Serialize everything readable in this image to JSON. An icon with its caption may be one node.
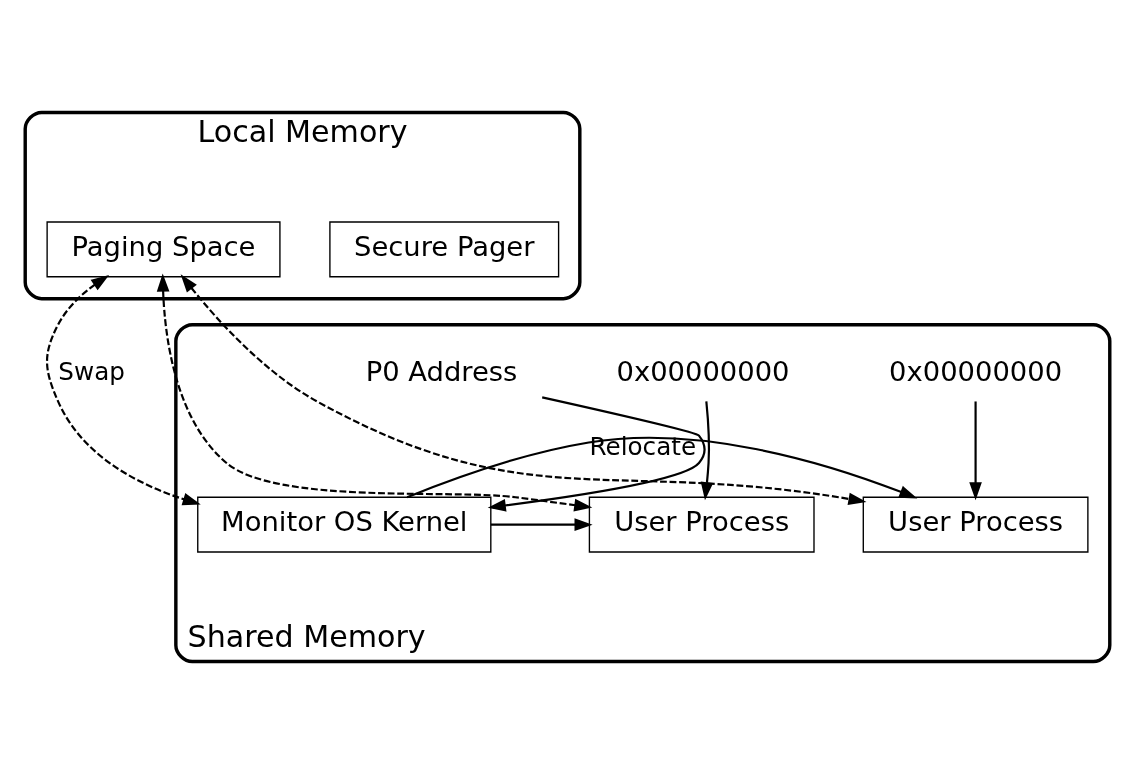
{
  "diagram": {
    "nodes": [
      {
        "text": [
          "Local Memory"
        ]
      },
      {
        "text": [
          "Secure Pager"
        ],
        "in": 0
      },
      {
        "text": [
          "Paging Space"
        ],
        "in": 0
      },
      {
        "text": [
          "Shared Memory"
        ]
      },
      {
        "text": [
          "P0 Address"
        ],
        "in": 3
      },
      {
        "text": [
          "0x00000000"
        ],
        "in": 3
      },
      {
        "text": [
          "0x00000000"
        ],
        "in": 3
      },
      {
        "text": [
          "Monitor OS Kernel"
        ],
        "in": 3
      },
      {
        "text": [
          "User Process"
        ],
        "in": 3
      },
      {
        "text": [
          "User Process"
        ],
        "in": 3
      }
    ],
    "edges": [
      {
        "from": 2,
        "to": 7,
        "arrow": "both",
        "style": "dashed",
        "label": "Swap"
      },
      {
        "from": 2,
        "to": 8,
        "arrow": "both",
        "style": "dashed"
      },
      {
        "from": 2,
        "to": 9,
        "arrow": "both",
        "style": "dashed"
      },
      {
        "from": 4,
        "to": 7,
        "arrow": "to"
      },
      {
        "from": 5,
        "to": 8,
        "arrow": "to"
      },
      {
        "from": 6,
        "to": 9,
        "arrow": "to"
      },
      {
        "from": 7,
        "to": 8,
        "arrow": "to"
      },
      {
        "from": 7,
        "to": 9,
        "arrow": "to",
        "label": "Relocate"
      }
    ]
  }
}
